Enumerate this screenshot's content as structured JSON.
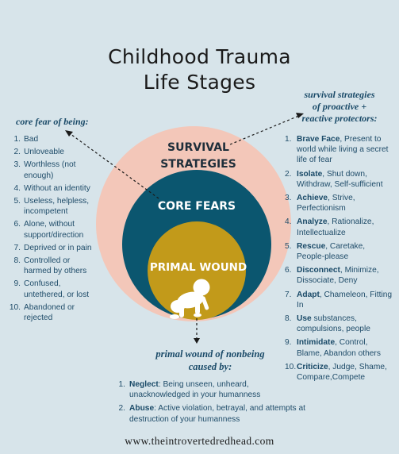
{
  "title": {
    "line1": "Childhood Trauma",
    "line2": "Life Stages"
  },
  "circles": {
    "outer": {
      "label_line1": "SURVIVAL",
      "label_line2": "STRATEGIES",
      "color": "#f3c7b9"
    },
    "middle": {
      "label": "CORE FEARS",
      "color": "#0b566f"
    },
    "inner": {
      "label": "PRIMAL WOUND",
      "color": "#c29a1a"
    }
  },
  "left": {
    "heading": "core fear of being:",
    "items": [
      {
        "n": "1.",
        "text": "Bad"
      },
      {
        "n": "2.",
        "text": "Unloveable"
      },
      {
        "n": "3.",
        "text": "Worthless (not enough)"
      },
      {
        "n": "4.",
        "text": "Without an identity"
      },
      {
        "n": "5.",
        "text": "Useless, helpless, incompetent"
      },
      {
        "n": "6.",
        "text": "Alone, without support/direction"
      },
      {
        "n": "7.",
        "text": "Deprived or in pain"
      },
      {
        "n": "8.",
        "text": "Controlled or harmed by others"
      },
      {
        "n": "9.",
        "text": "Confused, untethered, or lost"
      },
      {
        "n": "10.",
        "text": "Abandoned or rejected"
      }
    ]
  },
  "right": {
    "heading_line1": "survival strategies",
    "heading_line2": "of proactive +",
    "heading_line3": "reactive protectors:",
    "items": [
      {
        "n": "1.",
        "bold": "Brave Face",
        "rest": ", Present to world while living a secret life of fear"
      },
      {
        "n": "2.",
        "bold": "Isolate",
        "rest": ", Shut down, Withdraw, Self-sufficient"
      },
      {
        "n": "3.",
        "bold": "Achieve",
        "rest": ", Strive, Perfectionism"
      },
      {
        "n": "4.",
        "bold": "Analyze",
        "rest": ", Rationalize, Intellectualize"
      },
      {
        "n": "5.",
        "bold": "Rescue",
        "rest": ", Caretake, People-please"
      },
      {
        "n": "6.",
        "bold": "Disconnect",
        "rest": ", Minimize, Dissociate, Deny"
      },
      {
        "n": "7.",
        "bold": "Adapt",
        "rest": ", Chameleon, Fitting In"
      },
      {
        "n": "8.",
        "bold": "Use",
        "rest": " substances, compulsions, people"
      },
      {
        "n": "9.",
        "bold": "Intimidate",
        "rest": ", Control, Blame, Abandon others"
      },
      {
        "n": "10.",
        "bold": "Criticize",
        "rest": ", Judge, Shame, Compare,Compete"
      }
    ]
  },
  "bottom": {
    "heading_line1": "primal wound of nonbeing",
    "heading_line2": "caused by:",
    "items": [
      {
        "n": "1.",
        "bold": "Neglect",
        "rest": ": Being unseen, unheard, unacknowledged in your humanness"
      },
      {
        "n": "2.",
        "bold": "Abuse",
        "rest": ": Active violation, betrayal, and attempts at destruction of your humanness"
      }
    ]
  },
  "footer": {
    "website": "www.theintrovertedredhead.com"
  }
}
